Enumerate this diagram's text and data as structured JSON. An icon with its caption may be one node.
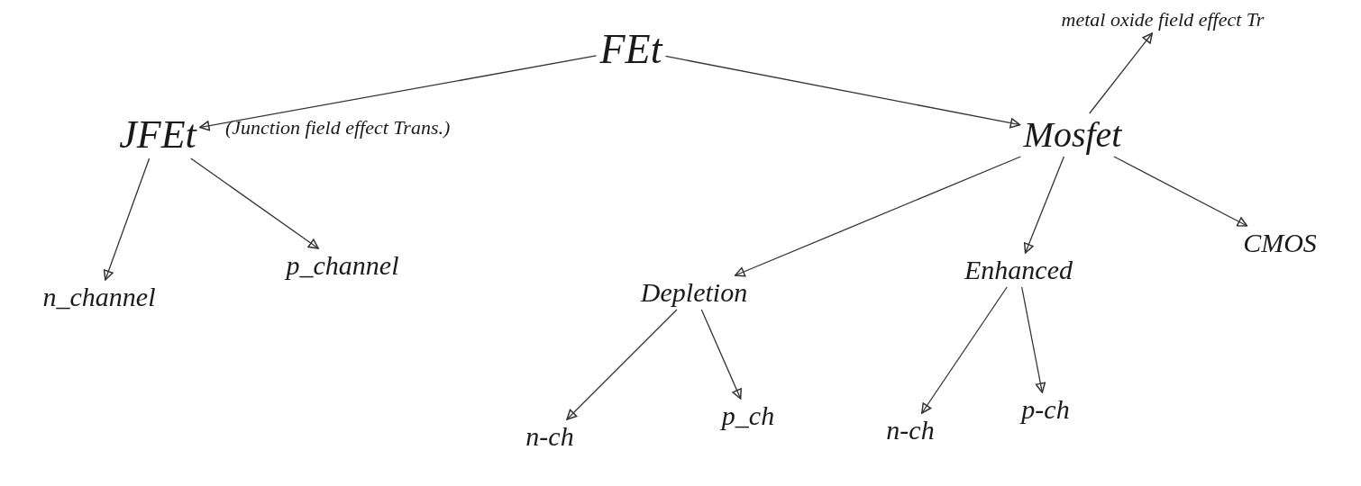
{
  "diagram": {
    "nodes": [
      {
        "text": [
          "FEt"
        ]
      },
      {
        "text": [
          "JFEt"
        ],
        "beside": [
          "(Junction field effect Trans.)"
        ]
      },
      {
        "text": [
          "Mosfet"
        ]
      },
      {
        "text": [
          "n_channel"
        ]
      },
      {
        "text": [
          "p_channel"
        ]
      },
      {
        "text": [
          "Depletion"
        ]
      },
      {
        "text": [
          "Enhanced"
        ]
      },
      {
        "text": [
          "CMOS"
        ]
      },
      {
        "text": [
          "n-ch"
        ]
      },
      {
        "text": [
          "p_ch"
        ]
      },
      {
        "text": [
          "n-ch"
        ]
      },
      {
        "text": [
          "p-ch"
        ]
      },
      {
        "text": [
          "metal oxide field effect Tr"
        ]
      }
    ],
    "edges": [
      {
        "from": 0,
        "to": 1,
        "arrow": "to"
      },
      {
        "from": 0,
        "to": 2,
        "arrow": "to"
      },
      {
        "from": 1,
        "to": 3,
        "arrow": "to"
      },
      {
        "from": 1,
        "to": 4,
        "arrow": "to"
      },
      {
        "from": 2,
        "to": 5,
        "arrow": "to"
      },
      {
        "from": 2,
        "to": 6,
        "arrow": "to"
      },
      {
        "from": 2,
        "to": 7,
        "arrow": "to"
      },
      {
        "from": 5,
        "to": 8,
        "arrow": "to"
      },
      {
        "from": 5,
        "to": 9,
        "arrow": "to"
      },
      {
        "from": 6,
        "to": 10,
        "arrow": "to"
      },
      {
        "from": 6,
        "to": 11,
        "arrow": "to"
      },
      {
        "from": 2,
        "to": 12,
        "arrow": "to"
      }
    ]
  }
}
